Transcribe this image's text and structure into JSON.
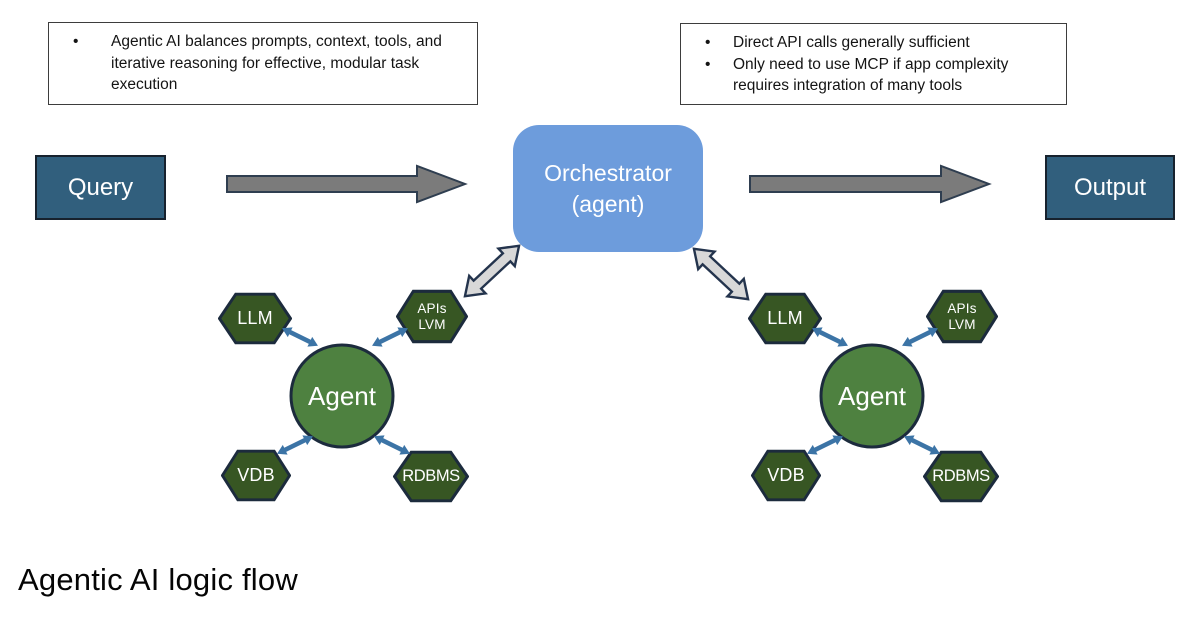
{
  "title": "Agentic AI logic flow",
  "notes": {
    "bullet_glyph": "•",
    "left": {
      "bullets": [
        "Agentic AI balances prompts, context, tools, and iterative reasoning for effective, modular task execution"
      ]
    },
    "right": {
      "bullets": [
        "Direct API calls generally sufficient",
        "Only need to use MCP if app complexity requires integration of many tools"
      ]
    }
  },
  "flow": {
    "query": "Query",
    "orchestrator_line1": "Orchestrator",
    "orchestrator_line2": "(agent)",
    "output": "Output"
  },
  "clusters": [
    {
      "side": "left",
      "agent": "Agent",
      "llm": "LLM",
      "apis_line1": "APIs",
      "apis_line2": "LVM",
      "vdb": "VDB",
      "rdbms": "RDBMS"
    },
    {
      "side": "right",
      "agent": "Agent",
      "llm": "LLM",
      "apis_line1": "APIs",
      "apis_line2": "LVM",
      "vdb": "VDB",
      "rdbms": "RDBMS"
    }
  ],
  "colors": {
    "flow_box_blue": "#315F7D",
    "orchestrator_blue": "#6D9CDC",
    "hexagon_green": "#375623",
    "agent_circle_green": "#4E8140",
    "big_arrow_gray": "#7B7B7B",
    "double_arrow_gray": "#D8D8D8",
    "small_arrow_blue": "#3C74A6",
    "shape_outline": "#1C2B3D"
  }
}
